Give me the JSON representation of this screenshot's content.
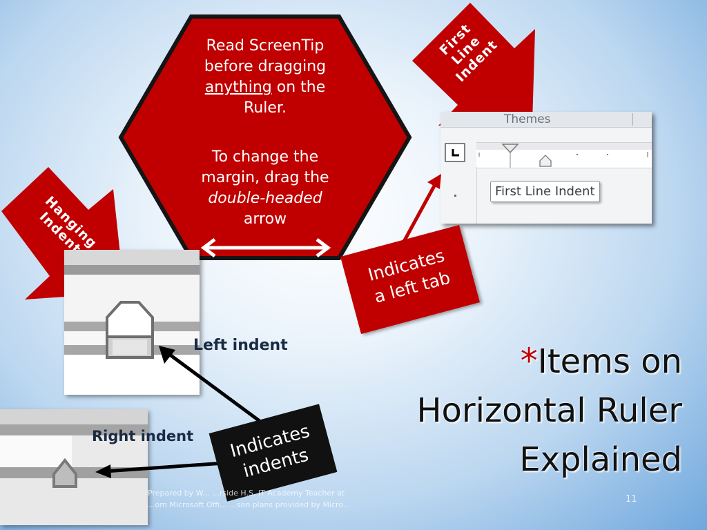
{
  "hexagon": {
    "line1": "Read ScreenTip",
    "line2": "before dragging",
    "line3_underlined": "anything",
    "line3_rest": " on the",
    "line4": "Ruler.",
    "p2_line1": "To change the",
    "p2_line2": "margin, drag the",
    "p2_line3_italic": "double-headed",
    "p2_line4": "arrow"
  },
  "arrows": {
    "first_line_indent": [
      "First",
      "Line",
      "Indent"
    ],
    "hanging_indent": [
      "Hanging",
      "Indent"
    ]
  },
  "ruler_screenshot": {
    "ribbon_label": "Themes",
    "tooltip": "First Line Indent"
  },
  "callouts": {
    "left_tab": [
      "Indicates",
      "a left tab"
    ],
    "indents": [
      "Indicates",
      "indents"
    ]
  },
  "labels": {
    "left_indent": "Left indent",
    "right_indent": "Right indent"
  },
  "title": {
    "star": "*",
    "line1": "Items on",
    "line2": "Horizontal Ruler",
    "line3": "Explained"
  },
  "footer": {
    "line1": "Prepared by W... ...rside H.S.  IT Academy Teacher at",
    "line2": "...om Microsoft Offi... ...son plans provided by Micro..."
  },
  "slide_number": "11",
  "colors": {
    "accent_red": "#c00000",
    "dark": "#111111",
    "label_navy": "#1b2a44"
  }
}
